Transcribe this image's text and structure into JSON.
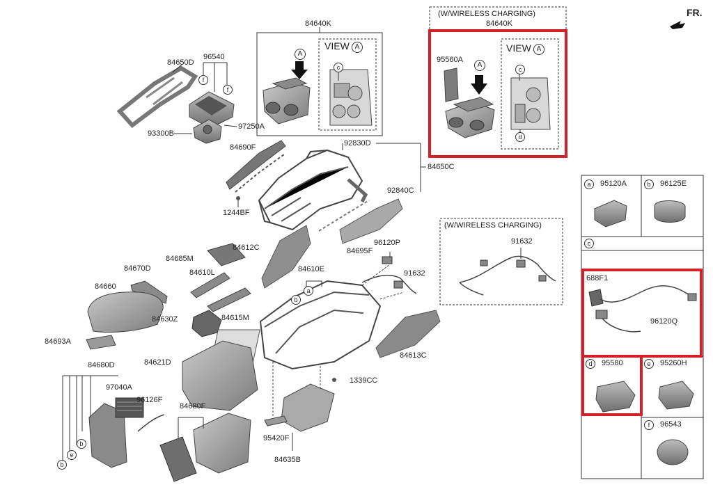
{
  "direction_label": "FR.",
  "top_box": {
    "part": "84640K",
    "view_label": "VIEW",
    "view_letter": "A",
    "callout_a": "A",
    "callout_c": "c"
  },
  "wireless_box": {
    "title": "(W/WIRELESS CHARGING)",
    "part": "84640K",
    "part_pad": "95560A",
    "view_label": "VIEW",
    "view_letter": "A",
    "callout_a": "A",
    "callout_c": "c",
    "callout_d": "d"
  },
  "wiring_box": {
    "title": "(W/WIRELESS CHARGING)",
    "part": "91632"
  },
  "parts": {
    "p84650D": "84650D",
    "p96540": "96540",
    "p97250A": "97250A",
    "p93300B": "93300B",
    "p84690F": "84690F",
    "p92830D": "92830D",
    "p84650C": "84650C",
    "p92840C": "92840C",
    "p1244BF": "1244BF",
    "p84695F": "84695F",
    "p96120P": "96120P",
    "p91632": "91632",
    "p84612C": "84612C",
    "p84685M": "84685M",
    "p84670D": "84670D",
    "p84610L": "84610L",
    "p84610E": "84610E",
    "p84660": "84660",
    "p84630Z": "84630Z",
    "p84615M": "84615M",
    "p84613C": "84613C",
    "p84693A": "84693A",
    "p84680D": "84680D",
    "p84621D": "84621D",
    "p1339CC": "1339CC",
    "p97040A": "97040A",
    "p96126F": "96126F",
    "p84680F": "84680F",
    "p95420F": "95420F",
    "p84635B": "84635B"
  },
  "callouts": {
    "f1": "f",
    "f2": "f",
    "a": "a",
    "b1": "b",
    "b2": "b",
    "e": "e",
    "b3": "b"
  },
  "legend": {
    "a": {
      "letter": "a",
      "part": "95120A"
    },
    "b": {
      "letter": "b",
      "part": "96125E"
    },
    "c": {
      "letter": "c",
      "part_connector": "688F1",
      "part_harness": "96120Q"
    },
    "d": {
      "letter": "d",
      "part": "95580"
    },
    "e": {
      "letter": "e",
      "part": "95260H"
    },
    "f": {
      "letter": "f",
      "part": "96543"
    }
  },
  "colors": {
    "highlight": "#d42027",
    "part_fill": "#9a9a9a",
    "part_dark": "#6e6e6e",
    "line": "#333333"
  }
}
